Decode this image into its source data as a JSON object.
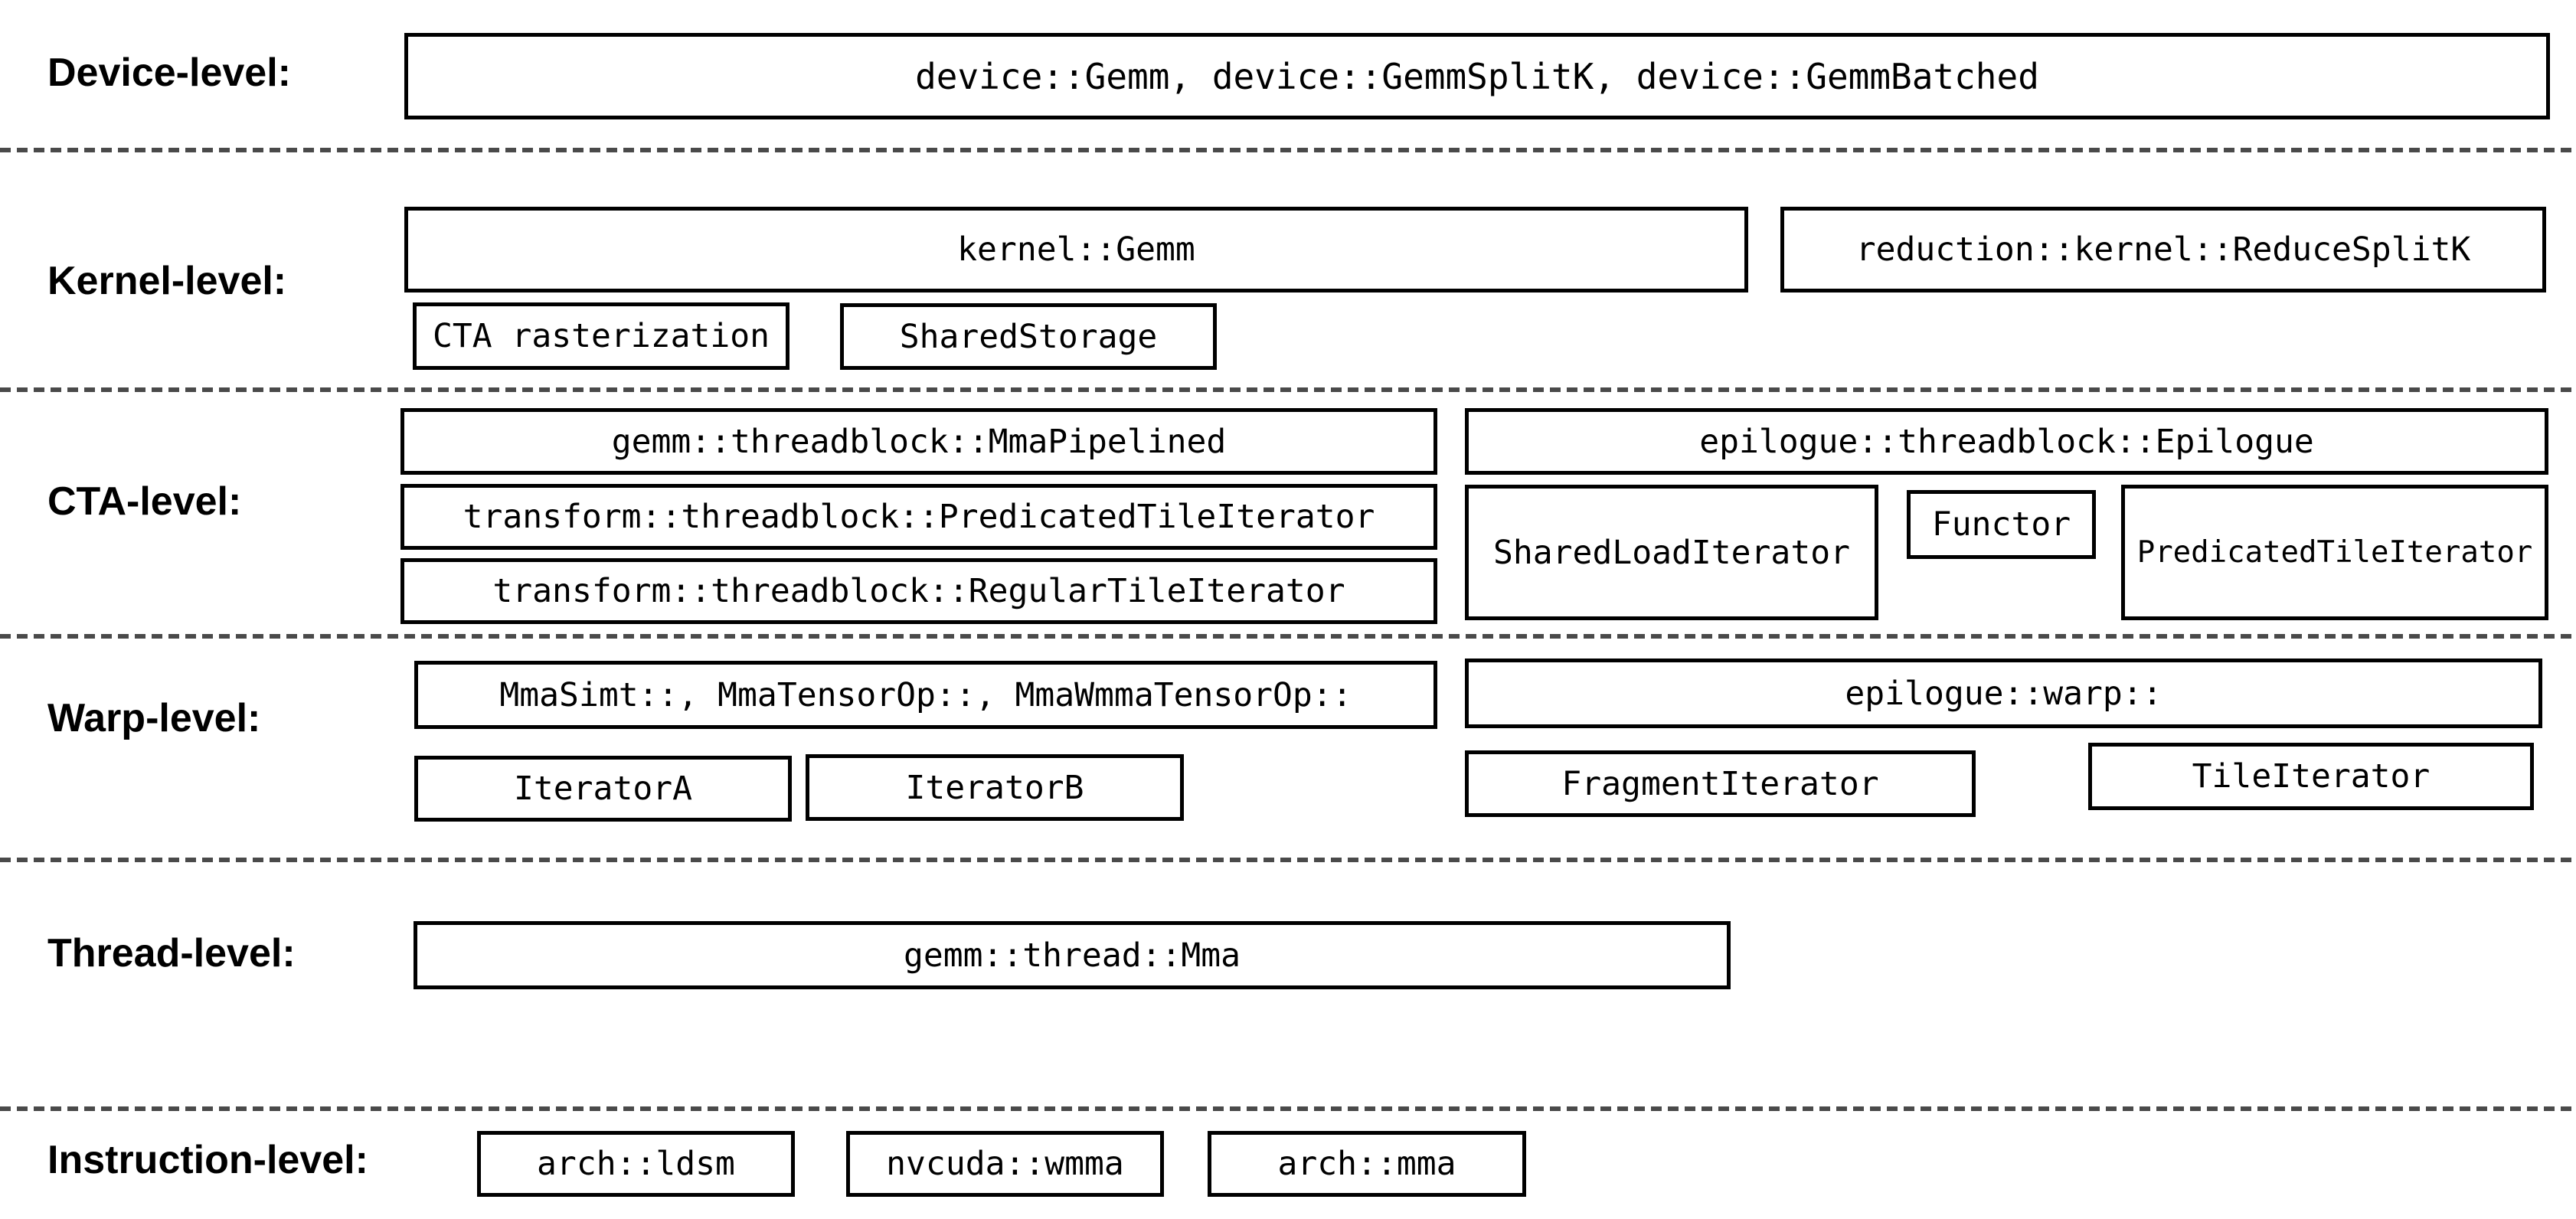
{
  "levels": {
    "device": {
      "label": "Device-level:"
    },
    "kernel": {
      "label": "Kernel-level:"
    },
    "cta": {
      "label": "CTA-level:"
    },
    "warp": {
      "label": "Warp-level:"
    },
    "thread": {
      "label": "Thread-level:"
    },
    "instruction": {
      "label": "Instruction-level:"
    }
  },
  "boxes": {
    "device_gemm": "device::Gemm, device::GemmSplitK, device::GemmBatched",
    "kernel_gemm": "kernel::Gemm",
    "reduce_split_k": "reduction::kernel::ReduceSplitK",
    "cta_rasterization": "CTA rasterization",
    "shared_storage": "SharedStorage",
    "mma_pipelined": "gemm::threadblock::MmaPipelined",
    "epilogue_threadblock": "epilogue::threadblock::Epilogue",
    "predicated_tile_iterator_transform": "transform::threadblock::PredicatedTileIterator",
    "regular_tile_iterator": "transform::threadblock::RegularTileIterator",
    "shared_load_iterator": "SharedLoadIterator",
    "functor": "Functor",
    "predicated_tile_iterator_epilogue": "PredicatedTileIterator",
    "warp_mma_variants": "MmaSimt::, MmaTensorOp::, MmaWmmaTensorOp::",
    "epilogue_warp": "epilogue::warp::",
    "iterator_a": "IteratorA",
    "iterator_b": "IteratorB",
    "fragment_iterator": "FragmentIterator",
    "tile_iterator": "TileIterator",
    "thread_mma": "gemm::thread::Mma",
    "arch_ldsm": "arch::ldsm",
    "nvcuda_wmma": "nvcuda::wmma",
    "arch_mma": "arch::mma"
  },
  "colors": {
    "background": "#ffffff",
    "box_border": "#000000",
    "text": "#000000",
    "separator": "#4a4a4a"
  }
}
